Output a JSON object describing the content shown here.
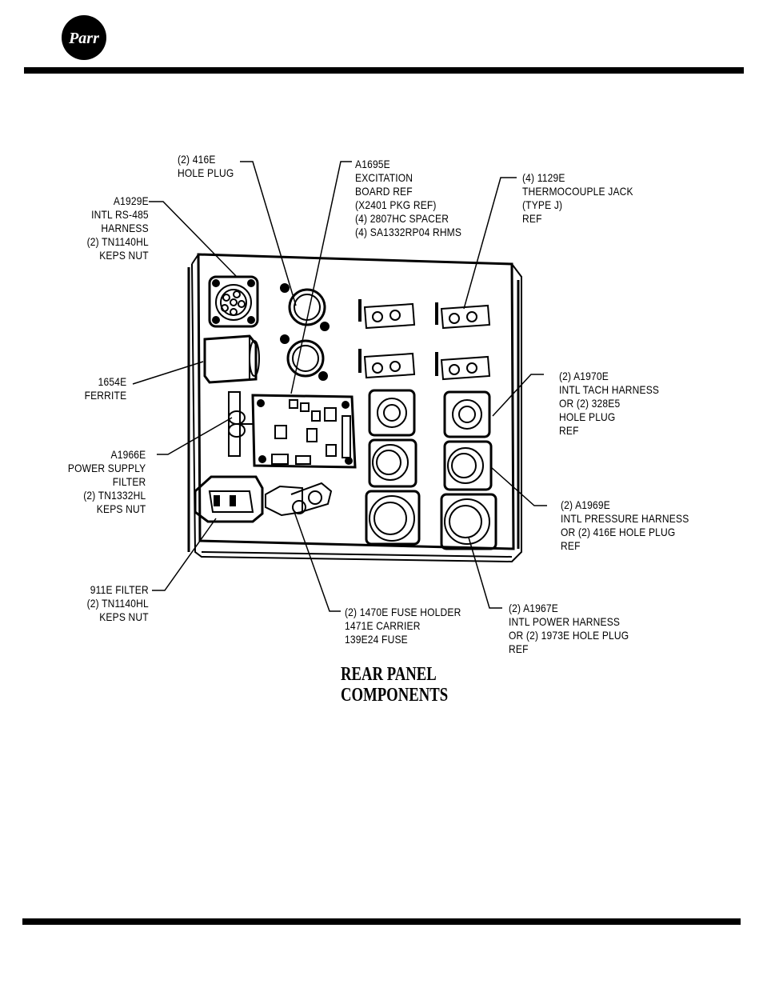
{
  "logo": {
    "text": "Parr"
  },
  "caption": {
    "line1": "REAR PANEL",
    "line2": "COMPONENTS"
  },
  "callouts": {
    "hole_plug_416e": [
      "(2) 416E",
      "HOLE PLUG"
    ],
    "excitation_board": [
      "A1695E",
      "EXCITATION",
      "BOARD REF",
      "(X2401 PKG REF)",
      "(4) 2807HC SPACER",
      "(4) SA1332RP04 RHMS"
    ],
    "thermocouple_jack": [
      "(4) 1129E",
      "THERMOCOUPLE JACK",
      "(TYPE J)",
      "REF"
    ],
    "rs485_harness": [
      "A1929E",
      "INTL RS-485",
      "HARNESS",
      "(2) TN1140HL",
      "KEPS NUT"
    ],
    "ferrite": [
      "1654E",
      "FERRITE"
    ],
    "tach_harness": [
      "(2) A1970E",
      "INTL TACH HARNESS",
      "OR (2) 328E5",
      "HOLE PLUG",
      "REF"
    ],
    "power_supply_filter": [
      "A1966E",
      "POWER SUPPLY",
      "FILTER",
      "(2) TN1332HL",
      "KEPS NUT"
    ],
    "pressure_harness": [
      "(2) A1969E",
      "INTL PRESSURE HARNESS",
      "OR (2) 416E HOLE PLUG",
      "REF"
    ],
    "filter_911e": [
      "911E FILTER",
      "(2) TN1140HL",
      "KEPS NUT"
    ],
    "fuse_holder": [
      "(2) 1470E FUSE HOLDER",
      "1471E CARRIER",
      "139E24 FUSE"
    ],
    "power_harness": [
      "(2) A1967E",
      "INTL POWER HARNESS",
      "OR (2) 1973E HOLE PLUG",
      "REF"
    ]
  }
}
